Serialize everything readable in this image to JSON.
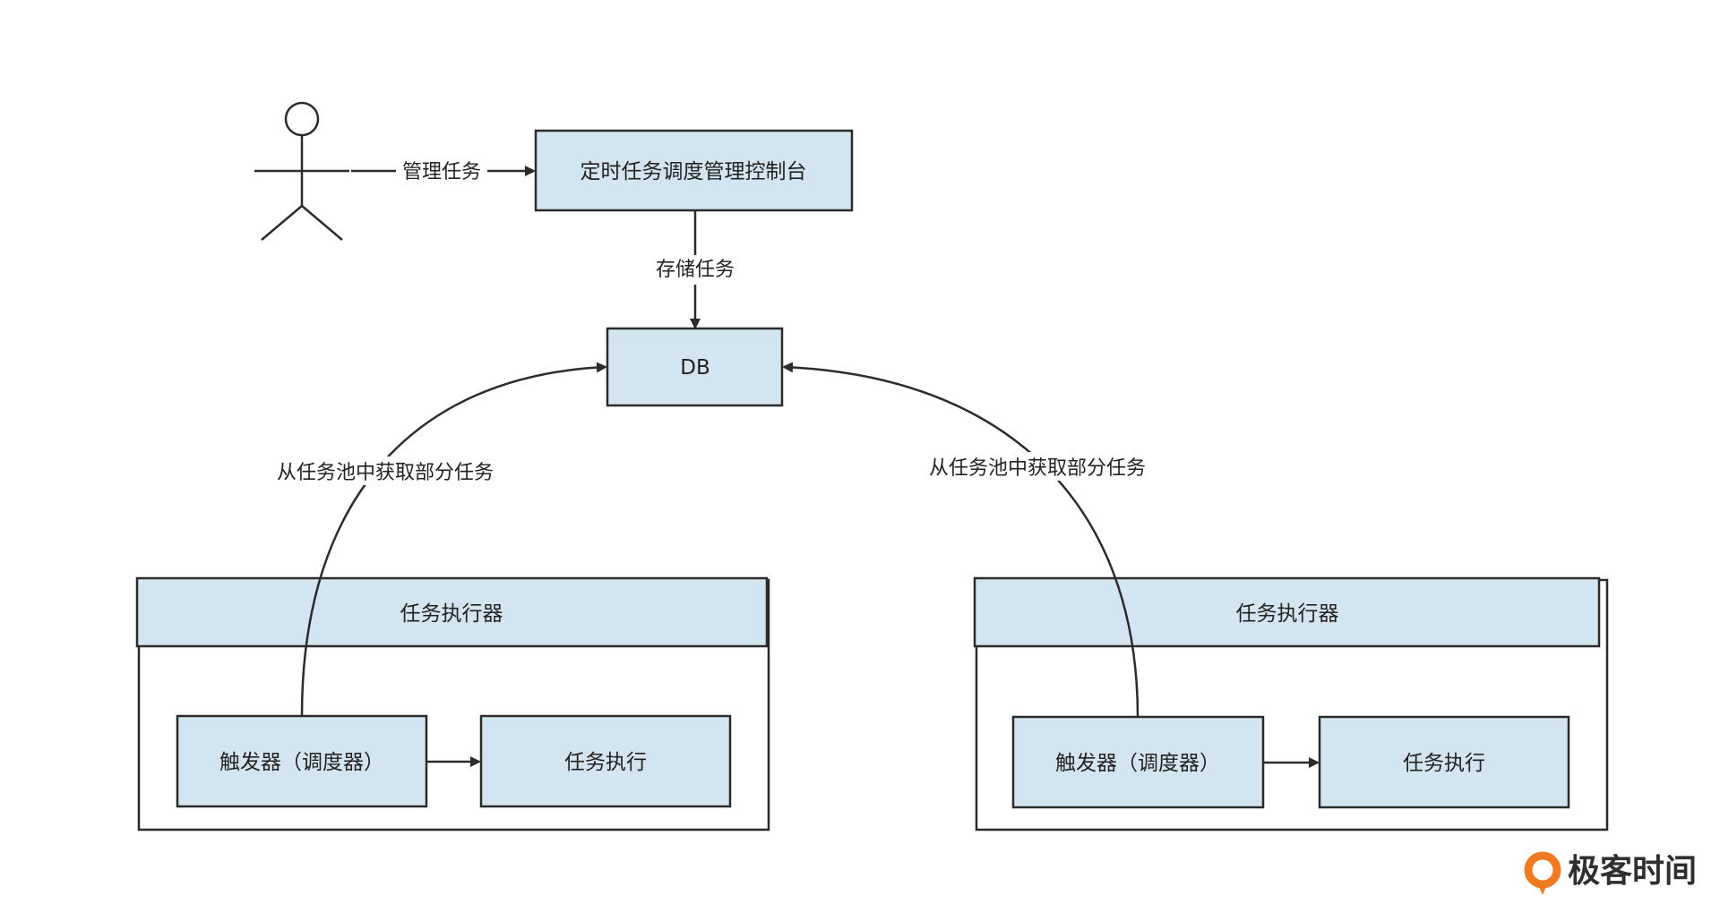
{
  "diagram": {
    "actor": {
      "label": ""
    },
    "edges": {
      "manage": "管理任务",
      "store": "存储任务",
      "fetch_left": "从任务池中获取部分任务",
      "fetch_right": "从任务池中获取部分任务"
    },
    "nodes": {
      "console": "定时任务调度管理控制台",
      "db": "DB",
      "executor_left": {
        "title": "任务执行器",
        "trigger": "触发器（调度器）",
        "run": "任务执行"
      },
      "executor_right": {
        "title": "任务执行器",
        "trigger": "触发器（调度器）",
        "run": "任务执行"
      }
    },
    "colors": {
      "box_fill": "#d3e5f0",
      "stroke": "#2b2b2b",
      "logo_orange": "#f07a22"
    }
  },
  "brand": {
    "logo_text": "极客时间"
  }
}
